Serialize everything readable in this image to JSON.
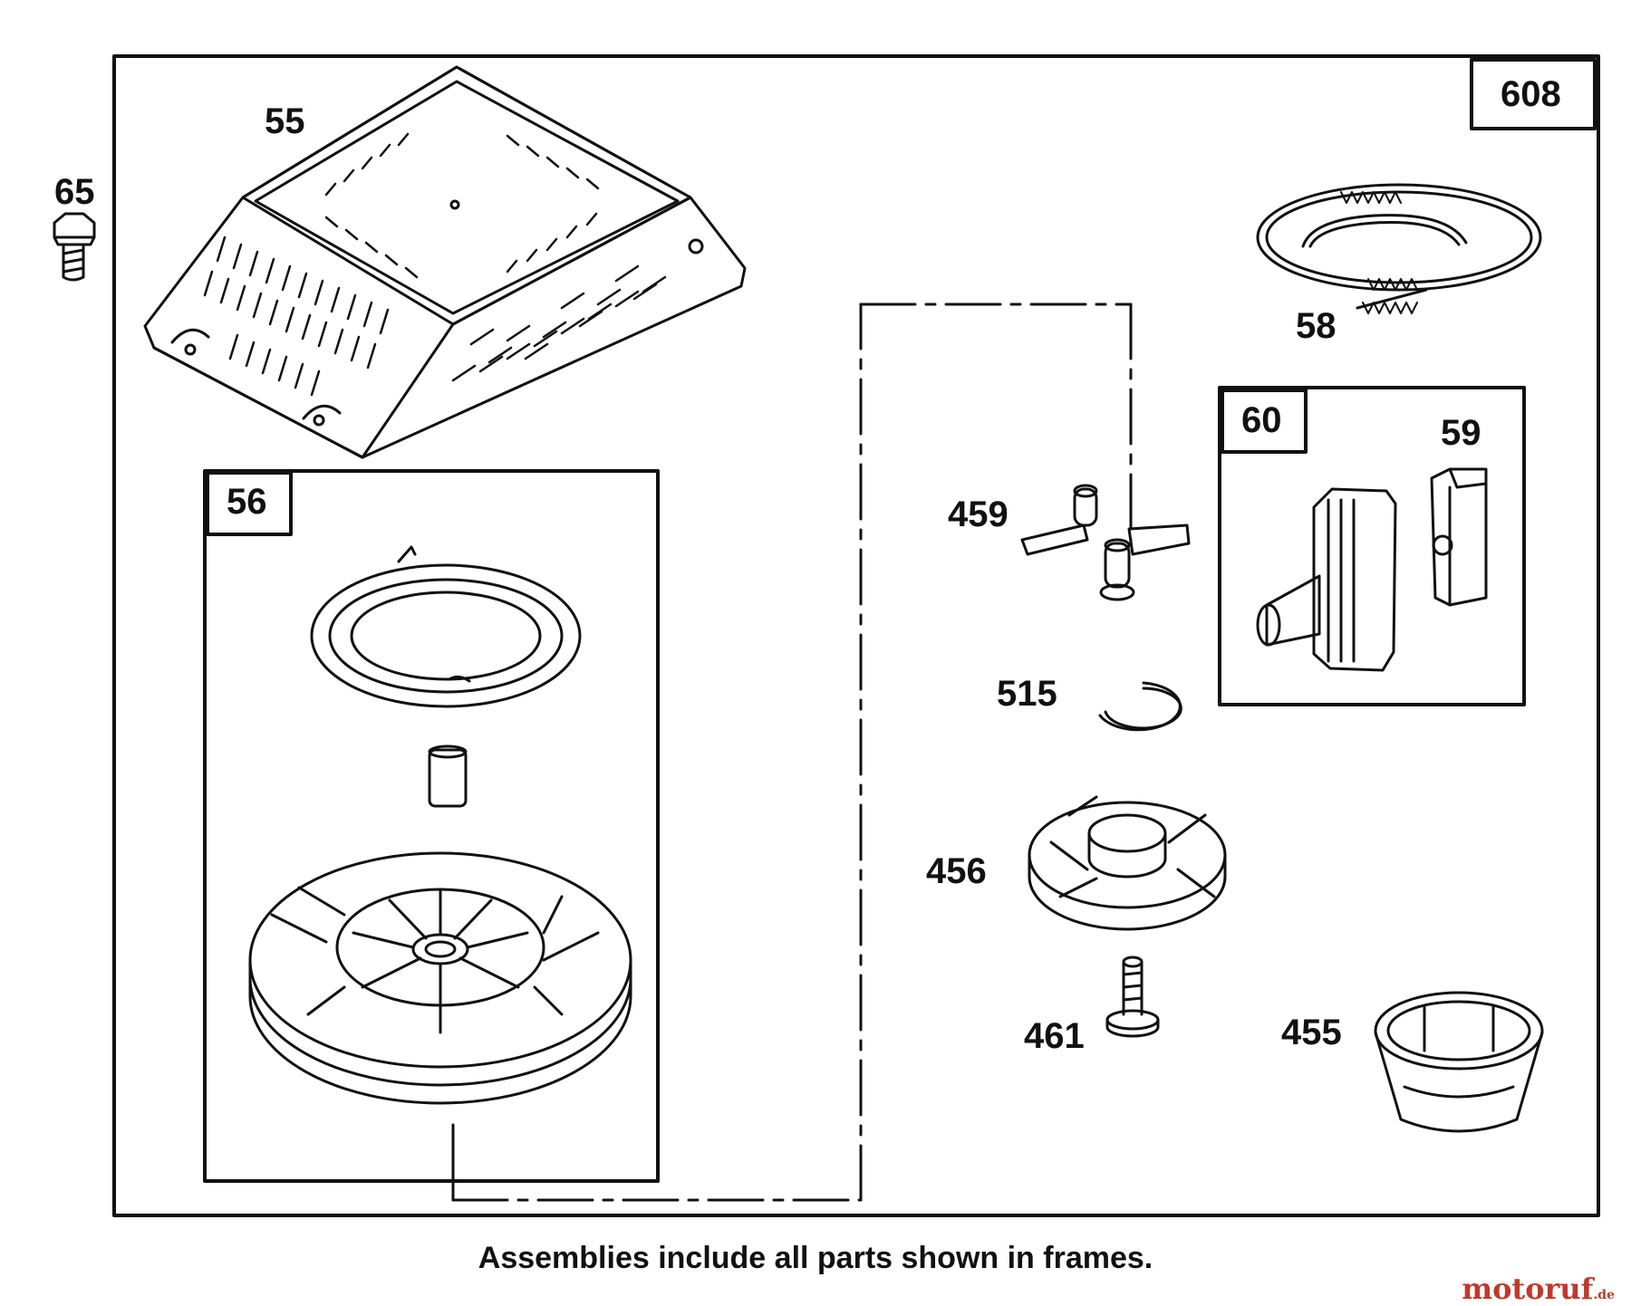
{
  "diagram": {
    "assembly_label": "608",
    "parts": {
      "p55": "55",
      "p65": "65",
      "p56": "56",
      "p58": "58",
      "p60": "60",
      "p59": "59",
      "p459": "459",
      "p515": "515",
      "p456": "456",
      "p461": "461",
      "p455": "455"
    },
    "caption": "Assemblies include all parts shown in frames.",
    "watermark": {
      "brand": "motoruf",
      "tld": ".de",
      "color": "#c0392b"
    },
    "line_color": "#111111"
  }
}
